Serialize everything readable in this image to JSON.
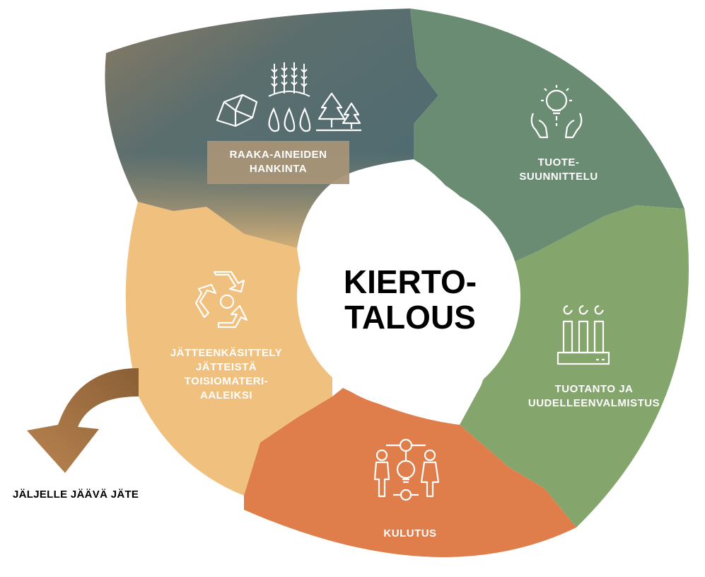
{
  "center": {
    "line1": "KIERTO-",
    "line2": "TALOUS"
  },
  "segments": {
    "raw_materials": {
      "line1": "RAAKA-AINEIDEN",
      "line2": "HANKINTA",
      "color": "#4f6e75",
      "box_color": "#a89377"
    },
    "design": {
      "line1": "TUOTE-",
      "line2": "SUUNNITTELU",
      "color": "#6a8c73"
    },
    "production": {
      "line1": "TUOTANTO  JA",
      "line2": "UUDELLEENVALMISTUS",
      "color": "#84a56b"
    },
    "consumption": {
      "line1": "KULUTUS",
      "color": "#e07e4b"
    },
    "waste_handling": {
      "line1": "JÄTTEENKÄSITTELY",
      "line2": "JÄTTEISTÄ",
      "line3": "TOISIOMATERI-",
      "line4": "AALEIKSI",
      "color": "#f0c07f"
    }
  },
  "residual_waste": {
    "label": "JÄLJELLE JÄÄVÄ  JÄTE",
    "arrow_color": "#a0703f"
  },
  "icons": [
    "minerals-icon",
    "wheat-icon",
    "water-drops-icon",
    "trees-icon",
    "lightbulb-hands-icon",
    "factory-icon",
    "recycle-icon",
    "consumers-network-icon"
  ]
}
